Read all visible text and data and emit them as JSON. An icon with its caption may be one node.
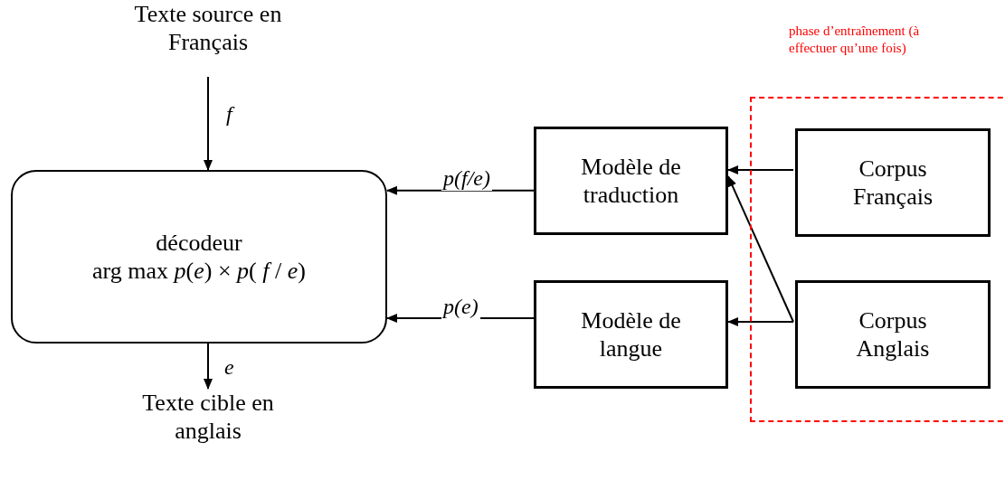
{
  "diagram": {
    "nodes": [
      {
        "text": [
          "Texte source en Français"
        ]
      },
      {
        "text": [
          "décodeur",
          "arg max *p*(*e*) × *p*( *f* / *e*)"
        ]
      },
      {
        "text": [
          "Texte cible en anglais"
        ]
      },
      {
        "text": [
          "Modèle de traduction"
        ]
      },
      {
        "text": [
          "Modèle de langue"
        ]
      },
      {
        "text": [
          "phase d’entraînement (à effectuer qu’une fois)"
        ]
      },
      {
        "text": [
          "Corpus Français"
        ],
        "in": 5
      },
      {
        "text": [
          "Corpus Anglais"
        ],
        "in": 5
      }
    ],
    "edges": [
      {
        "from": 0,
        "to": 1,
        "arrow": "to",
        "label": "f"
      },
      {
        "from": 1,
        "to": 2,
        "arrow": "to",
        "label": "e"
      },
      {
        "from": 3,
        "to": 1,
        "arrow": "to",
        "label": "p(f/e)"
      },
      {
        "from": 4,
        "to": 1,
        "arrow": "to",
        "label": "p(e)"
      },
      {
        "from": 6,
        "to": 3,
        "arrow": "to"
      },
      {
        "from": 7,
        "to": 3,
        "arrow": "to"
      },
      {
        "from": 7,
        "to": 4,
        "arrow": "to"
      }
    ]
  }
}
